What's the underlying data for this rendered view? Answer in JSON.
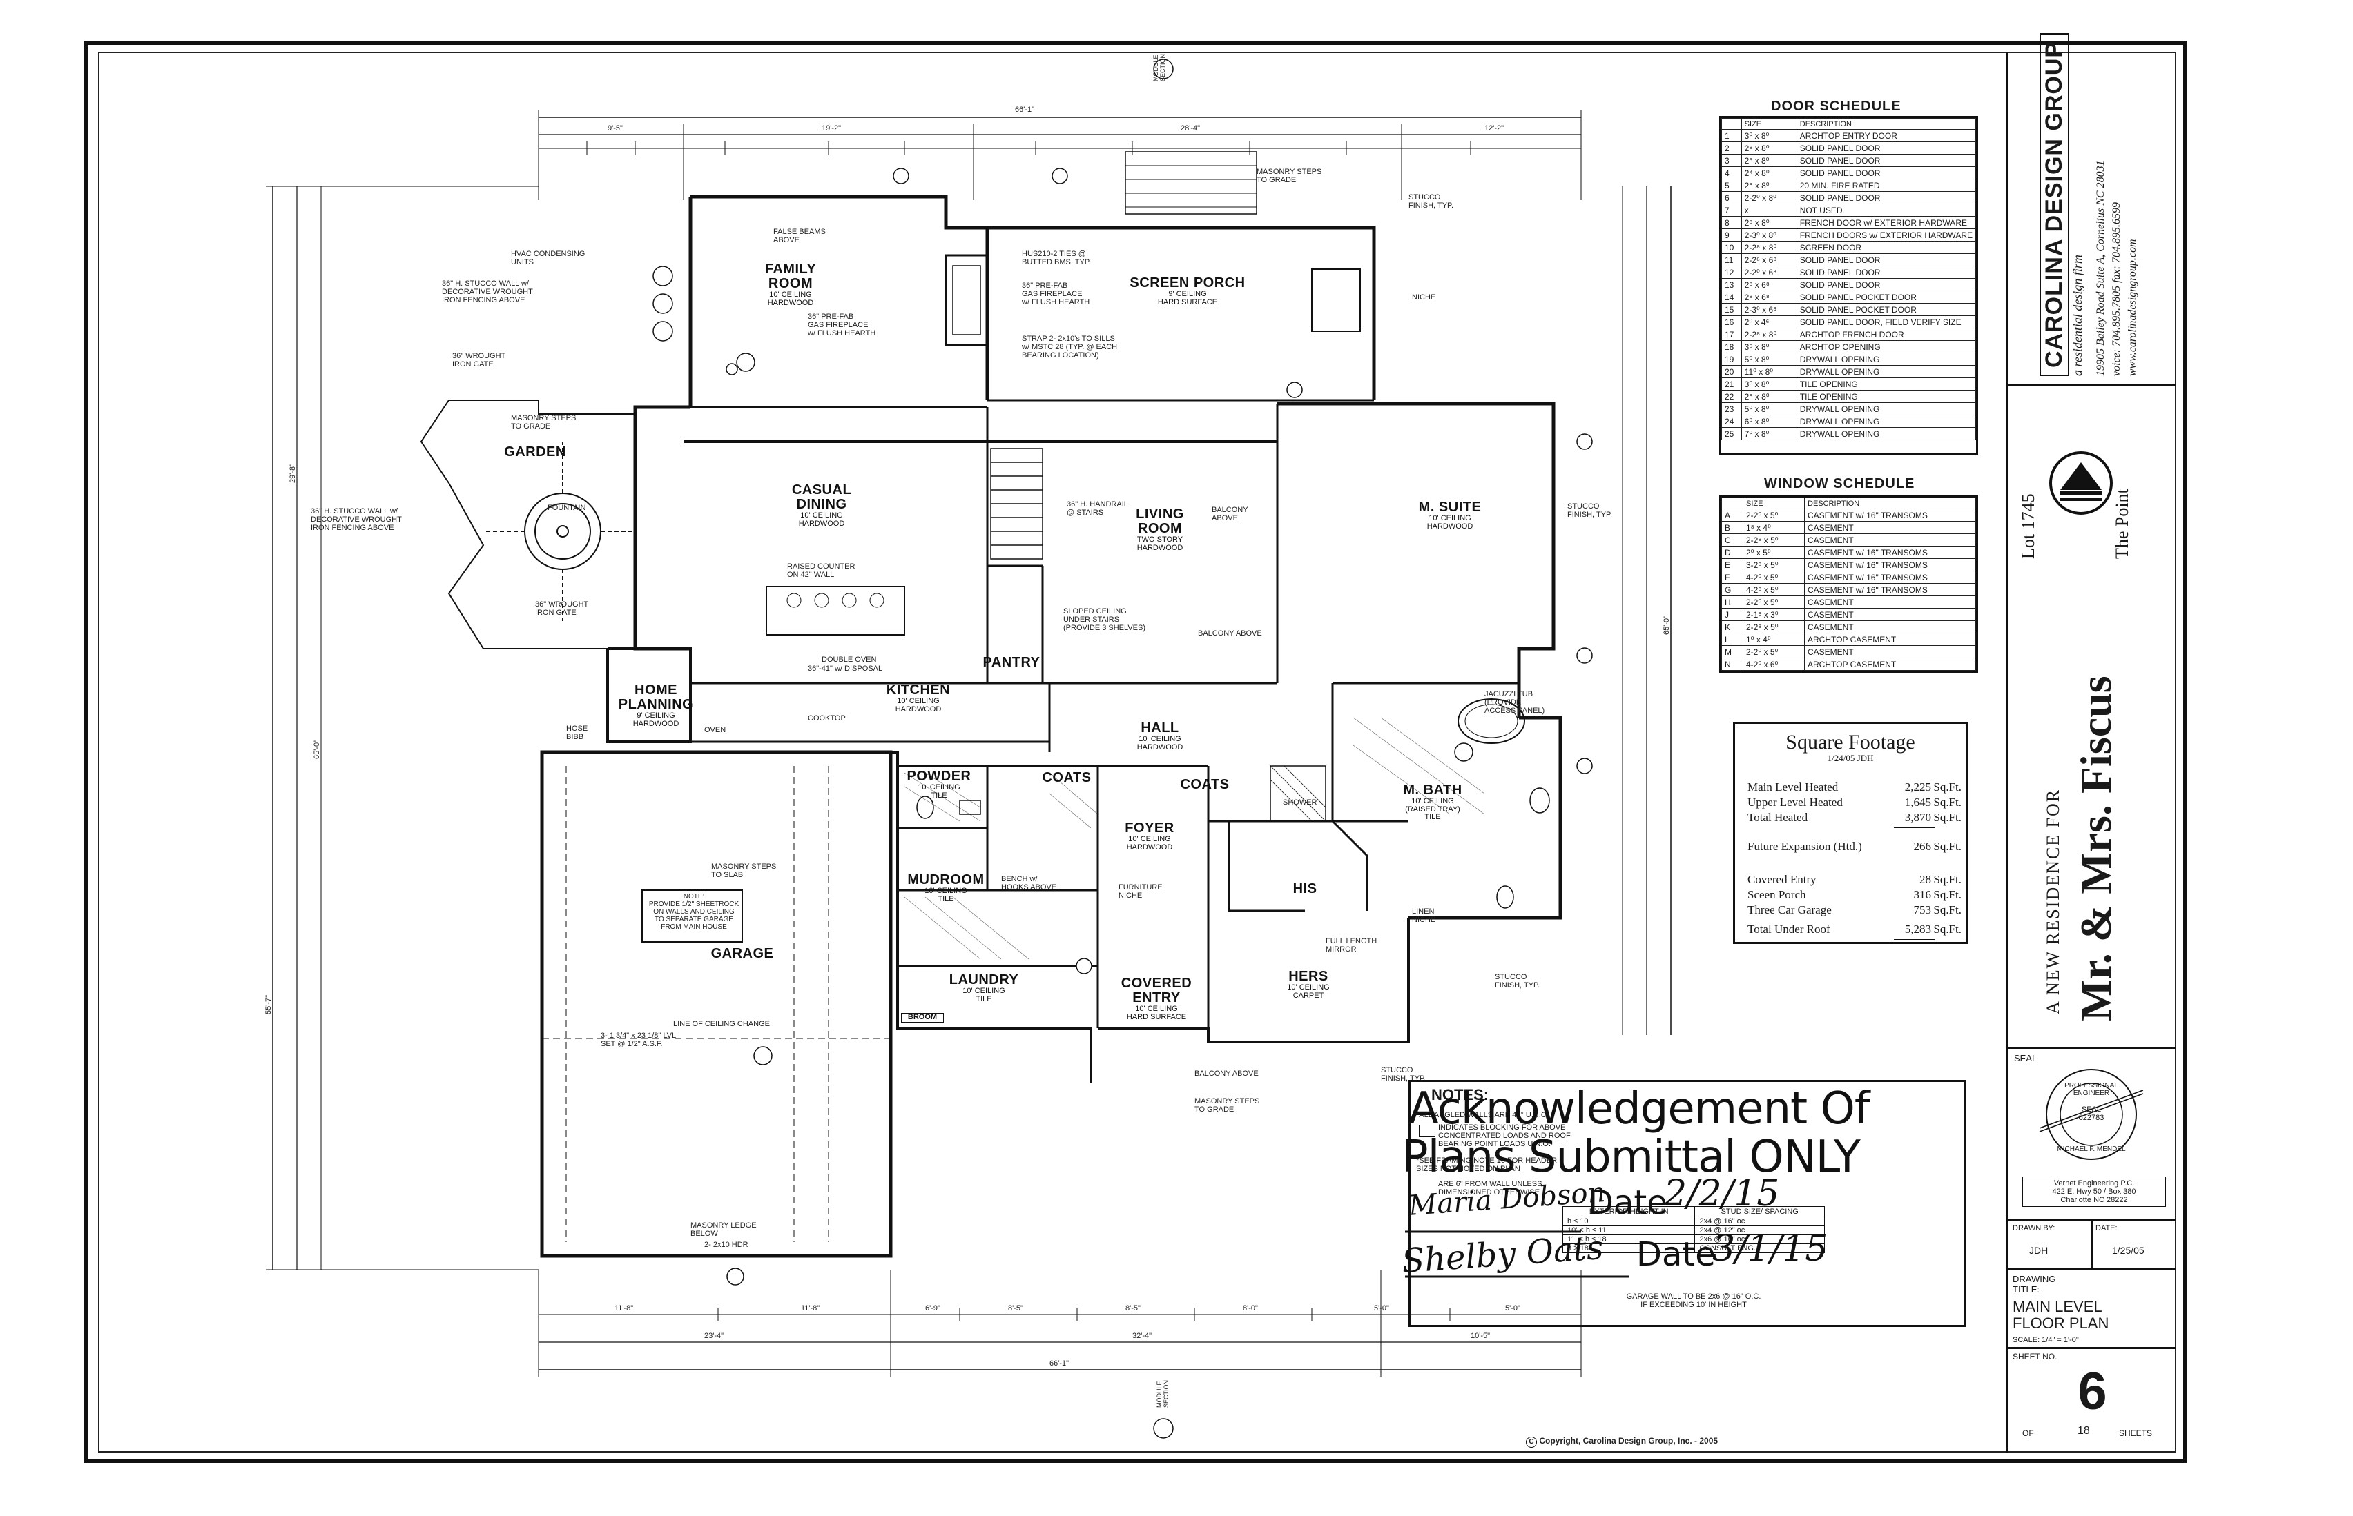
{
  "rooms": {
    "family": {
      "name": "FAMILY\nROOM",
      "sub": "10' CEILING\nHARDWOOD"
    },
    "screen": {
      "name": "SCREEN PORCH",
      "sub": "9' CEILING\nHARD SURFACE"
    },
    "garden": {
      "name": "GARDEN"
    },
    "casual": {
      "name": "CASUAL\nDINING",
      "sub": "10' CEILING\nHARDWOOD"
    },
    "living": {
      "name": "LIVING\nROOM",
      "sub": "TWO STORY\nHARDWOOD"
    },
    "msuite": {
      "name": "M. SUITE",
      "sub": "10' CEILING\nHARDWOOD"
    },
    "pantry": {
      "name": "PANTRY"
    },
    "home": {
      "name": "HOME\nPLANNING",
      "sub": "9' CEILING\nHARDWOOD"
    },
    "kitchen": {
      "name": "KITCHEN",
      "sub": "10' CEILING\nHARDWOOD"
    },
    "hall": {
      "name": "HALL",
      "sub": "10' CEILING\nHARDWOOD"
    },
    "powder": {
      "name": "POWDER",
      "sub": "10' CEILING\nTILE"
    },
    "coats1": {
      "name": "COATS"
    },
    "coats2": {
      "name": "COATS"
    },
    "foyer": {
      "name": "FOYER",
      "sub": "10' CEILING\nHARDWOOD"
    },
    "mbath": {
      "name": "M. BATH",
      "sub": "10' CEILING\n(RAISED TRAY)\nTILE"
    },
    "mudroom": {
      "name": "MUDROOM",
      "sub": "10' CEILING\nTILE"
    },
    "his": {
      "name": "HIS"
    },
    "garage": {
      "name": "GARAGE"
    },
    "laundry": {
      "name": "LAUNDRY",
      "sub": "10' CEILING\nTILE"
    },
    "covered": {
      "name": "COVERED\nENTRY",
      "sub": "10' CEILING\nHARD SURFACE"
    },
    "hers": {
      "name": "HERS",
      "sub": "10' CEILING\nCARPET"
    },
    "broom": {
      "name": "BROOM"
    }
  },
  "notes": {
    "hvac": "HVAC CONDENSING\nUNITS",
    "stucco_wall": "36\" H. STUCCO WALL w/\nDECORATIVE WROUGHT\nIRON FENCING ABOVE",
    "iron_gate": "36\" WROUGHT\nIRON GATE",
    "masonry_steps": "MASONRY STEPS\nTO GRADE",
    "fountain": "FOUNTAIN",
    "stucco_wall2": "36\" H. STUCCO WALL w/\nDECORATIVE WROUGHT\nIRON FENCING ABOVE",
    "iron_gate2": "36\" WROUGHT\nIRON GATE",
    "false_beams": "FALSE BEAMS\nABOVE",
    "fireplace": "36\" PRE-FAB\nGAS FIREPLACE\nw/ FLUSH HEARTH",
    "fireplace2": "36\" PRE-FAB\nGAS FIREPLACE\nw/ FLUSH HEARTH",
    "strap": "STRAP 2- 2x10's TO SILLS\nw/ MSTC 28 (TYP. @ EACH\nBEARING LOCATION)",
    "hus": "HUS210-2 TIES @\nBUTTED BMS, TYP.",
    "masonry_top": "MASONRY STEPS\nTO GRADE",
    "stucco_finish": "STUCCO\nFINISH, TYP.",
    "niche": "NICHE",
    "raised_counter": "RAISED COUNTER\nON 42\" WALL",
    "handrail": "36\" H. HANDRAIL\n@ STAIRS",
    "balcony": "BALCONY\nABOVE",
    "sloped": "SLOPED CEILING\nUNDER STAIRS\n(PROVIDE 3 SHELVES)",
    "balcony2": "BALCONY ABOVE",
    "double_oven": "DOUBLE OVEN",
    "disposal": "36\"-41\" w/ DISPOSAL",
    "cooktop": "COOKTOP",
    "oven": "OVEN",
    "hose_bibb": "HOSE\nBIBB",
    "masonry_slab": "MASONRY STEPS\nTO SLAB",
    "sheetrock": "NOTE:\nPROVIDE 1/2\" SHEETROCK\nON WALLS AND CEILING\nTO SEPARATE GARAGE\nFROM MAIN HOUSE",
    "ceiling_change": "LINE OF CEILING CHANGE",
    "bench": "BENCH w/\nHOOKS ABOVE",
    "furniture_niche": "FURNITURE\nNICHE",
    "mirror": "FULL LENGTH\nMIRROR",
    "linen": "LINEN\nNICHE",
    "jacuzzi": "JACUZZI TUB\n(PROVIDE\nACCESS PANEL)",
    "balcony3": "BALCONY ABOVE",
    "masonry_grade": "MASONRY STEPS\nTO GRADE",
    "masonry_ledge": "MASONRY LEDGE\nBELOW",
    "stucco_finish2": "STUCCO\nFINISH, TYP.",
    "stucco_finish3": "STUCCO\nFINISH, TYP.",
    "shower": "SHOWER",
    "garage_hdr": "2- 2x10 HDR",
    "garage_lvl": "3- 1 3/4\" x 23 1/8\" LVL\nSET @ 1/2\" A.S.F.",
    "copyright": "Copyright, Carolina Design Group, Inc. - 2005",
    "ceiling_label": "MODULE\nSECTION"
  },
  "dims": {
    "top_overall": "66'-1\"",
    "top1": "9'-5\"",
    "top2": "19'-2\"",
    "top3": "28'-4\"",
    "top4": "12'-2\"",
    "bottom1": "23'-4\"",
    "bottom2": "32'-4\"",
    "bottom3": "10'-5\"",
    "bottom_overall": "66'-1\"",
    "left1": "55'-7\"",
    "left2": "29'-8\"",
    "left3": "65'-0\"",
    "right1": "65'-0\"",
    "b_a": "11'-8\"",
    "b_b": "11'-8\"",
    "b_c": "6'-9\"",
    "b_d": "8'-5\"",
    "b_e": "8'-5\"",
    "b_f": "8'-0\"",
    "b_g": "5'-0\"",
    "b_h": "5'-0\""
  },
  "door_schedule": {
    "title": "DOOR SCHEDULE",
    "headers": [
      "",
      "SIZE",
      "DESCRIPTION"
    ],
    "rows": [
      [
        "1",
        "3⁰ x 8⁰",
        "ARCHTOP ENTRY DOOR"
      ],
      [
        "2",
        "2⁸ x 8⁰",
        "SOLID PANEL DOOR"
      ],
      [
        "3",
        "2⁶ x 8⁰",
        "SOLID PANEL DOOR"
      ],
      [
        "4",
        "2⁴ x 8⁰",
        "SOLID PANEL DOOR"
      ],
      [
        "5",
        "2⁸ x 8⁰",
        "20 MIN. FIRE RATED"
      ],
      [
        "6",
        "2-2⁰ x 8⁰",
        "SOLID PANEL DOOR"
      ],
      [
        "7",
        "x",
        "NOT USED"
      ],
      [
        "8",
        "2⁸ x 8⁰",
        "FRENCH DOOR w/ EXTERIOR HARDWARE"
      ],
      [
        "9",
        "2-3⁰ x 8⁰",
        "FRENCH DOORS w/ EXTERIOR HARDWARE"
      ],
      [
        "10",
        "2-2⁸ x 8⁰",
        "SCREEN DOOR"
      ],
      [
        "11",
        "2-2⁶ x 6⁸",
        "SOLID PANEL DOOR"
      ],
      [
        "12",
        "2-2⁰ x 6⁸",
        "SOLID PANEL DOOR"
      ],
      [
        "13",
        "2⁸ x 6⁸",
        "SOLID PANEL DOOR"
      ],
      [
        "14",
        "2⁸ x 6⁸",
        "SOLID PANEL POCKET DOOR"
      ],
      [
        "15",
        "2-3⁰ x 6⁸",
        "SOLID PANEL POCKET DOOR"
      ],
      [
        "16",
        "2⁰ x 4⁶",
        "SOLID PANEL DOOR, FIELD VERIFY SIZE"
      ],
      [
        "17",
        "2-2⁸ x 8⁰",
        "ARCHTOP FRENCH DOOR"
      ],
      [
        "18",
        "3⁶ x 8⁰",
        "ARCHTOP OPENING"
      ],
      [
        "19",
        "5⁰ x 8⁰",
        "DRYWALL OPENING"
      ],
      [
        "20",
        "11⁰ x 8⁰",
        "DRYWALL OPENING"
      ],
      [
        "21",
        "3⁰ x 8⁰",
        "TILE OPENING"
      ],
      [
        "22",
        "2⁸ x 8⁰",
        "TILE OPENING"
      ],
      [
        "23",
        "5⁰ x 8⁰",
        "DRYWALL OPENING"
      ],
      [
        "24",
        "6⁰ x 8⁰",
        "DRYWALL OPENING"
      ],
      [
        "25",
        "7⁰ x 8⁰",
        "DRYWALL OPENING"
      ]
    ]
  },
  "window_schedule": {
    "title": "WINDOW SCHEDULE",
    "headers": [
      "",
      "SIZE",
      "DESCRIPTION"
    ],
    "rows": [
      [
        "A",
        "2-2⁰ x 5⁰",
        "CASEMENT w/ 16\" TRANSOMS"
      ],
      [
        "B",
        "1⁸ x 4⁰",
        "CASEMENT"
      ],
      [
        "C",
        "2-2⁸ x 5⁰",
        "CASEMENT"
      ],
      [
        "D",
        "2⁰ x 5⁰",
        "CASEMENT w/ 16\" TRANSOMS"
      ],
      [
        "E",
        "3-2⁸ x 5⁰",
        "CASEMENT w/ 16\" TRANSOMS"
      ],
      [
        "F",
        "4-2⁰ x 5⁰",
        "CASEMENT w/ 16\" TRANSOMS"
      ],
      [
        "G",
        "4-2⁸ x 5⁰",
        "CASEMENT w/ 16\" TRANSOMS"
      ],
      [
        "H",
        "2-2⁰ x 5⁰",
        "CASEMENT"
      ],
      [
        "J",
        "2-1⁸ x 3⁰",
        "CASEMENT"
      ],
      [
        "K",
        "2-2⁸ x 5⁰",
        "CASEMENT"
      ],
      [
        "L",
        "1⁰ x 4⁰",
        "ARCHTOP CASEMENT"
      ],
      [
        "M",
        "2-2⁰ x 5⁰",
        "CASEMENT"
      ],
      [
        "N",
        "4-2⁰ x 6⁰",
        "ARCHTOP CASEMENT"
      ]
    ]
  },
  "square_footage": {
    "title": "Square Footage",
    "date": "1/24/05   JDH",
    "rows": [
      {
        "label": "Main Level Heated",
        "value": "2,225",
        "unit": "Sq.Ft."
      },
      {
        "label": "Upper Level Heated",
        "value": "1,645",
        "unit": "Sq.Ft."
      },
      {
        "label": "Total Heated",
        "value": "3,870",
        "unit": "Sq.Ft."
      },
      {
        "label": "Future Expansion (Htd.)",
        "value": "266",
        "unit": "Sq.Ft."
      },
      {
        "label": "Covered Entry",
        "value": "28",
        "unit": "Sq.Ft."
      },
      {
        "label": "Sceen Porch",
        "value": "316",
        "unit": "Sq.Ft."
      },
      {
        "label": "Three Car Garage",
        "value": "753",
        "unit": "Sq.Ft."
      },
      {
        "label": "Total Under Roof",
        "value": "5,283",
        "unit": "Sq.Ft."
      }
    ]
  },
  "notes_box": {
    "title": "NOTES:",
    "lines": [
      "*ALL ANGLED WALLS ARE 45° U.N.O.",
      "INDICATES BLOCKING FOR ABOVE\nCONCENTRATED LOADS AND ROOF\nBEARING POINT LOADS U.N.O.",
      "*SEE FRAMING NOTE 16 FOR HEADER\nSIZES NOT NOTED ON PLAN",
      "ARE 6\" FROM WALL UNLESS\nDIMENSIONED OTHERWISE"
    ],
    "stud_headers": [
      "EXTERIOR HEIGHT IN",
      "STUD SIZE/ SPACING"
    ],
    "stud_rows": [
      [
        "h ≤ 10'",
        "2x4 @ 16\" oc"
      ],
      [
        "10' < h ≤ 11'",
        "2x4 @ 12\" oc"
      ],
      [
        "11' < h ≤ 18'",
        "2x6 @ 16\" oc"
      ],
      [
        "h > 18'",
        "CONSULT ENG."
      ]
    ],
    "footer": "GARAGE WALL TO BE 2x6 @ 16\" O.C.\nIF EXCEEDING 10' IN HEIGHT"
  },
  "acknowledgement": {
    "line1": "Acknowledgement Of",
    "line2": "Plans Submittal ONLY",
    "date_label1": "Date",
    "date1": "2/2/15",
    "date_label2": "Date",
    "date2": "3/1/15",
    "sig1": "Maria Dobson",
    "sig2": "Shelby Oats"
  },
  "title_block": {
    "firm": "CAROLINA DESIGN GROUP",
    "firm_tag": "a residential design firm",
    "address": "19905 Bailey Road Suite A, Cornelius NC 28031",
    "phone": "voice: 704.895.7805  fax: 704.895.6599",
    "web": "www.carolinadesigngroup.com",
    "lot": "Lot 1745",
    "community": "The Point",
    "project_prefix": "A NEW RESIDENCE FOR",
    "client": "Mr. & Mrs. Fiscus",
    "seal_label": "SEAL",
    "seal_ring": "PROFESSIONAL ENGINEER",
    "seal_inner": "SEAL\n022783",
    "seal_name": "MICHAEL F. MENDEL",
    "engineer": "Vernet Engineering P.C.\n422 E. Hwy 50 / Box 380\nCharlotte NC  28222",
    "drawn_by_label": "DRAWN BY:",
    "drawn_by": "JDH",
    "date_label": "DATE:",
    "date": "1/25/05",
    "drawing_title_label": "DRAWING TITLE:",
    "drawing_title": "MAIN LEVEL\nFLOOR PLAN",
    "scale": "SCALE: 1/4\" = 1'-0\"",
    "sheet_no_label": "SHEET NO.",
    "sheet_no": "6",
    "of_label": "OF",
    "total_sheets": "18",
    "sheets_label": "SHEETS"
  }
}
